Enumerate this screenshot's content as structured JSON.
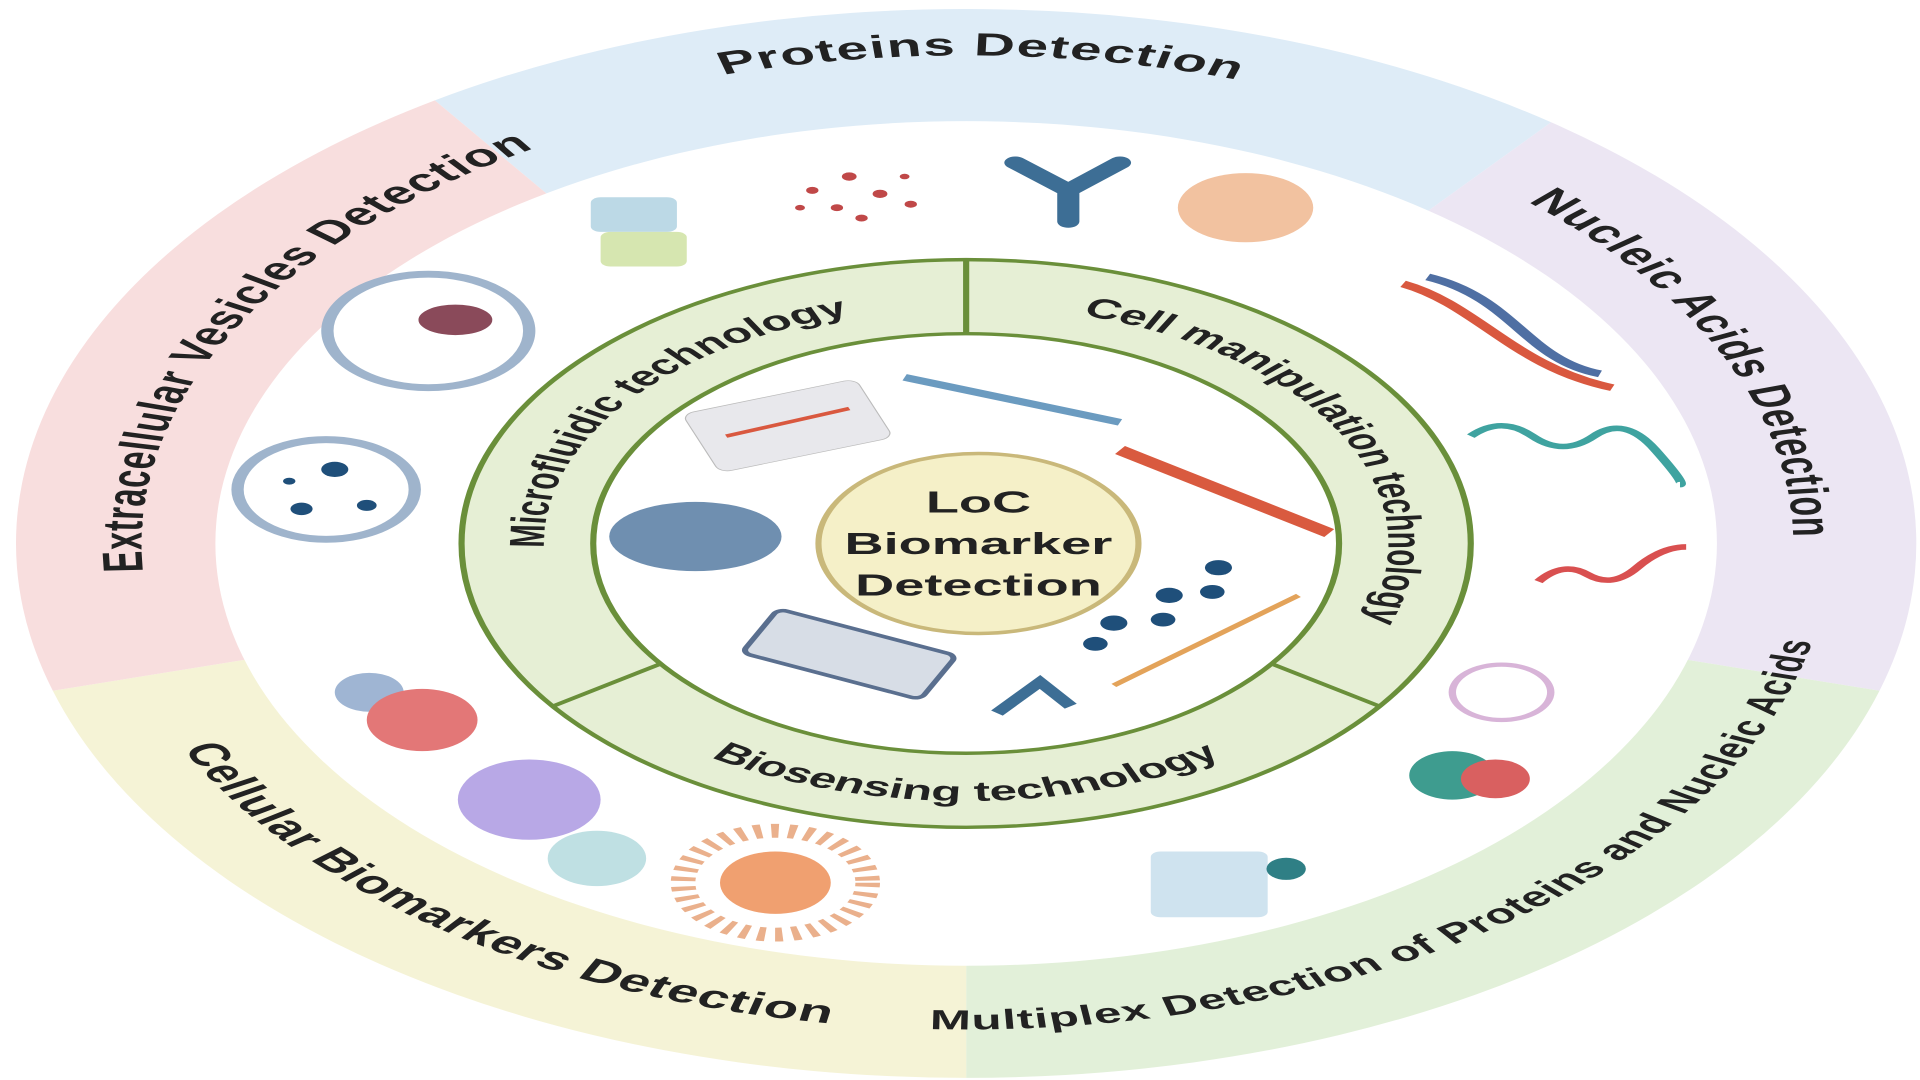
{
  "center": {
    "line1": "LoC",
    "line2": "Biomarker",
    "line3": "Detection"
  },
  "inner_ring": {
    "microfluidic": "Microfluidic technology",
    "cell": "Cell manipulation technology",
    "biosensing": "Biosensing technology"
  },
  "outer_ring": {
    "proteins": "Proteins    Detection",
    "nucleic": "Nucleic Acids Detection",
    "multiplex": "Multiplex Detection of Proteins and Nucleic Acids",
    "cellular": "Cellular Biomarkers Detection",
    "ev": "Extracellular Vesicles Detection"
  },
  "colors": {
    "proteins": "#deecf7",
    "nucleic": "#ece6f3",
    "multiplex": "#e2f0d9",
    "cellular": "#f5f3d6",
    "ev": "#f8dede",
    "ring_fill": "#e6efd5",
    "ring_stroke": "#6a8f3a",
    "center_fill": "#f5f0c8"
  }
}
